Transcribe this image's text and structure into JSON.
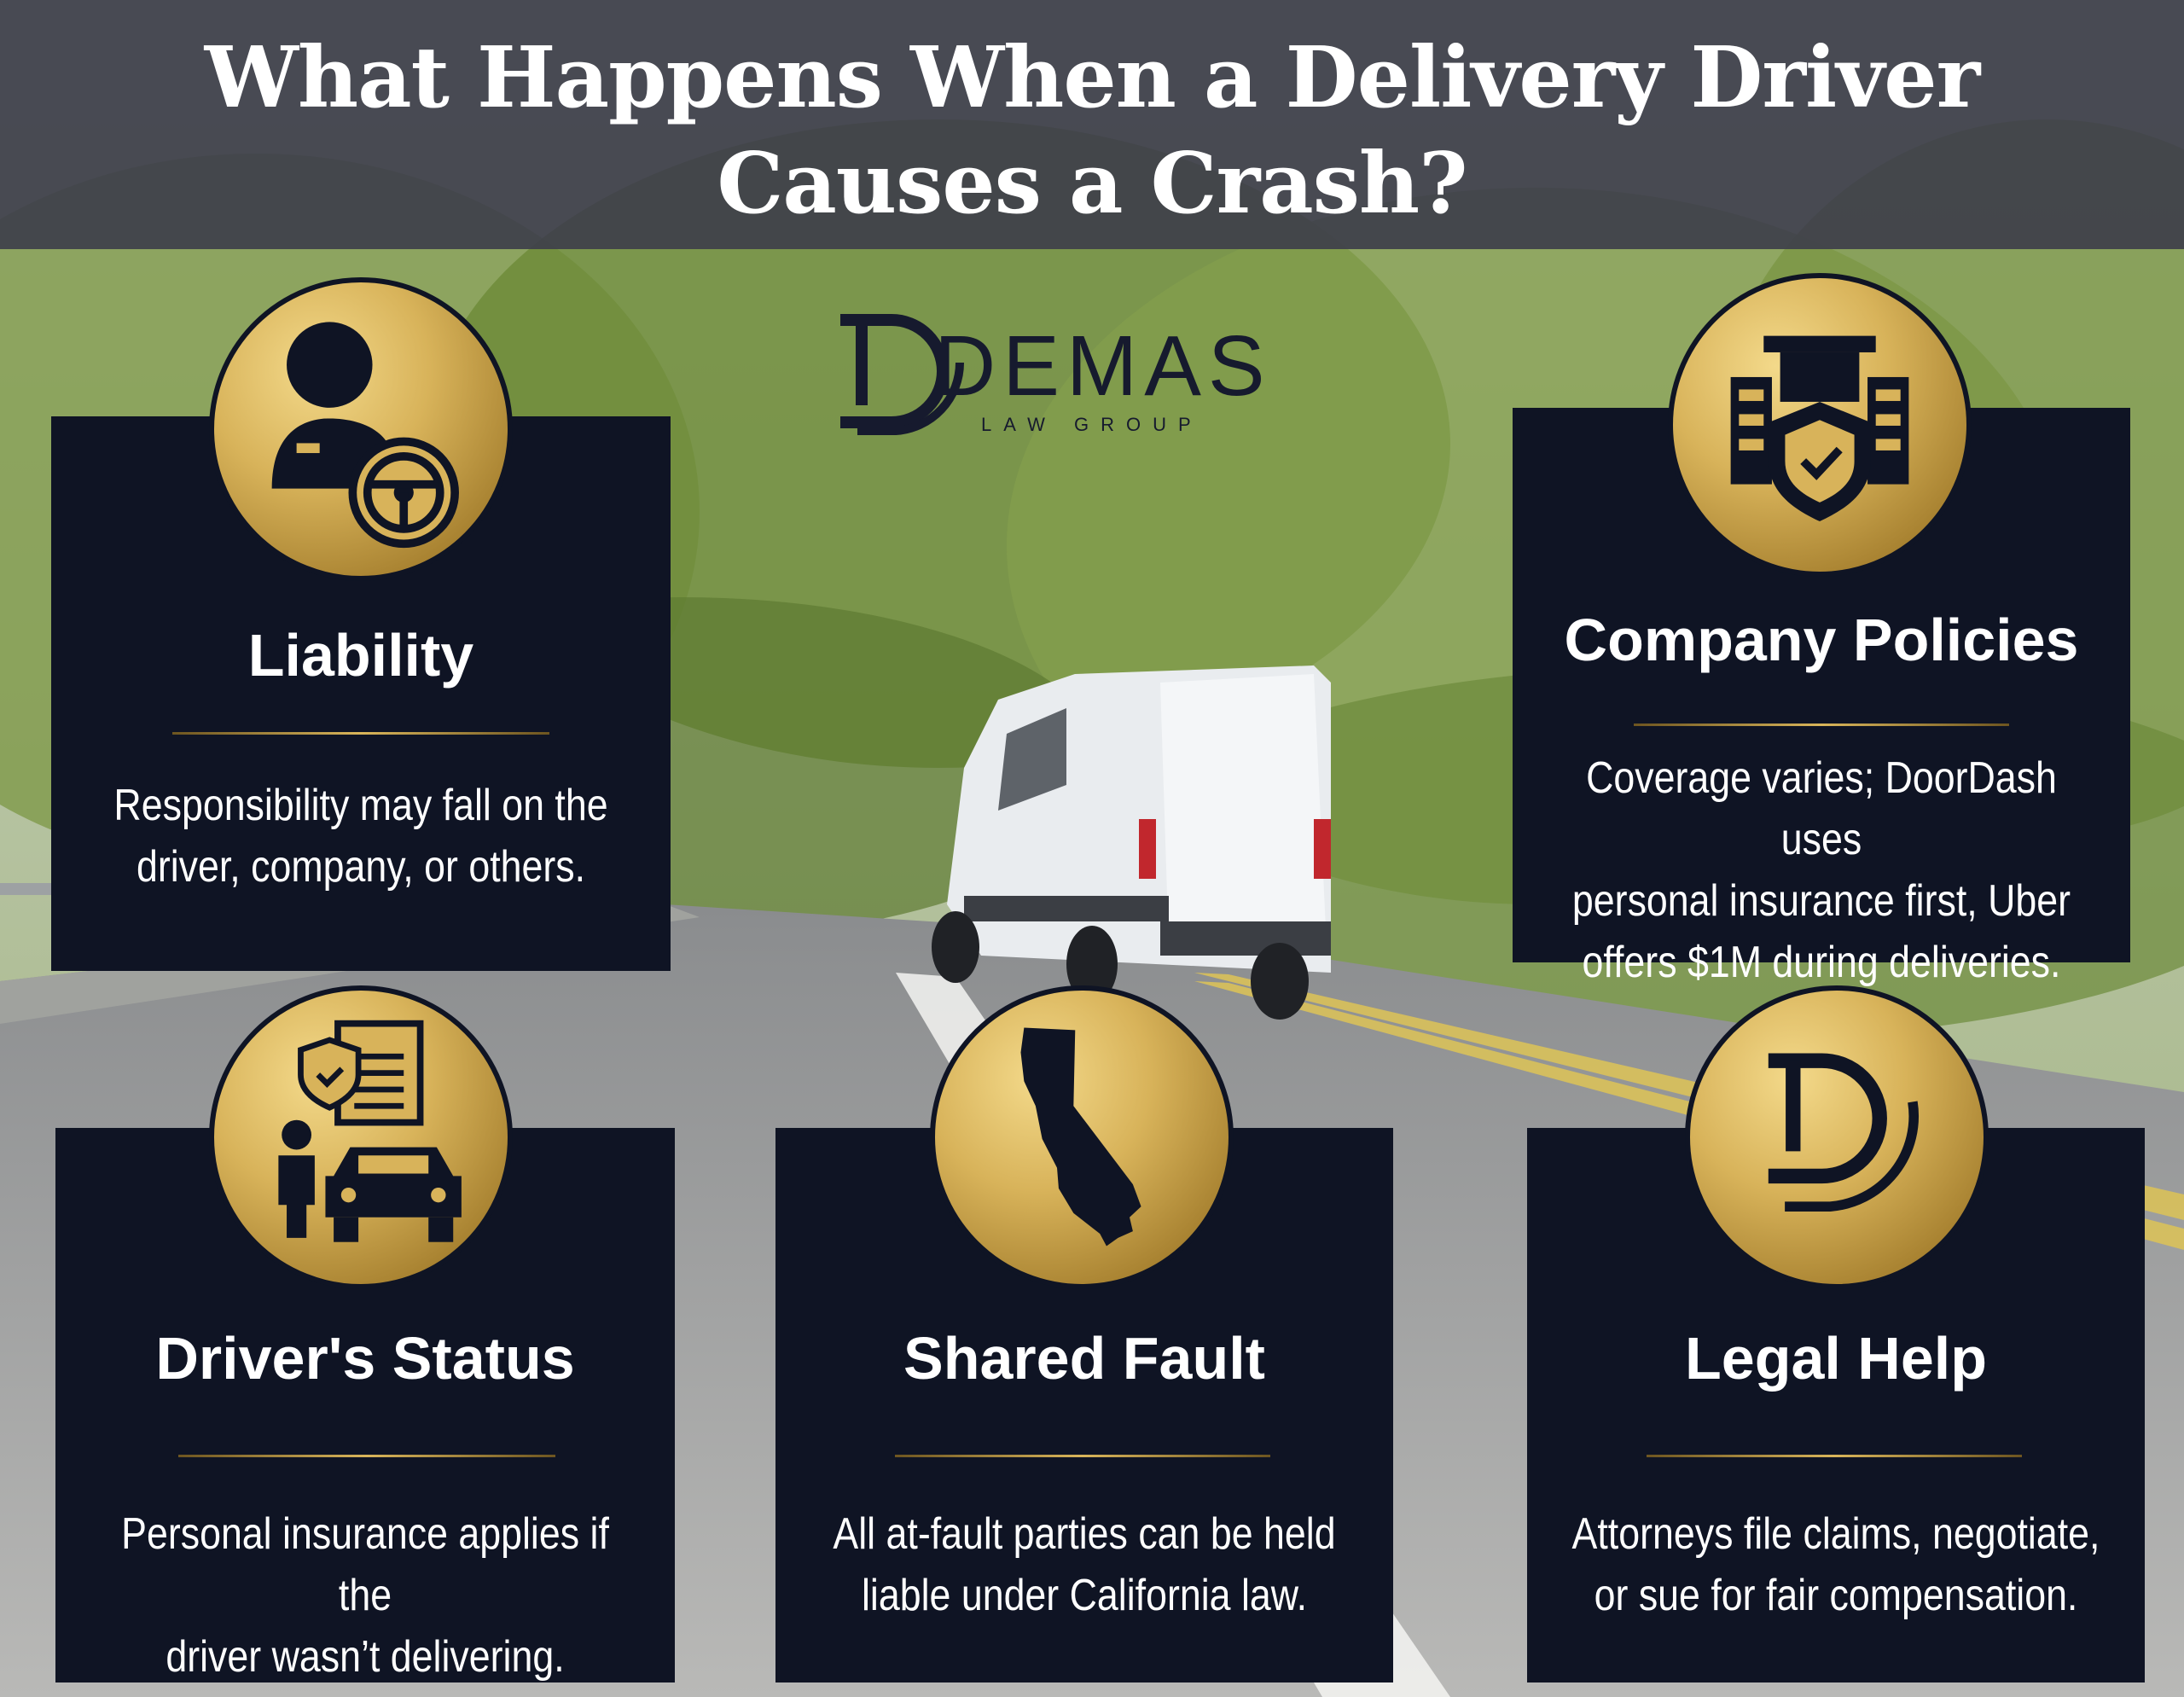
{
  "header": {
    "title_line1": "What Happens When a Delivery Driver",
    "title_line2": "Causes a Crash?"
  },
  "logo": {
    "name": "DEMAS",
    "tagline": "LAW GROUP"
  },
  "colors": {
    "card_bg": "#0f1424",
    "gold": "#d8b35a",
    "header_bg": "#3e404a",
    "text": "#ffffff"
  },
  "cards": [
    {
      "title": "Liability",
      "text_line1": "Responsibility may fall on the",
      "text_line2": "driver, company, or others.",
      "icon": "driver-steering-wheel-icon"
    },
    {
      "title": "Company Policies",
      "text_line1": "Coverage varies; DoorDash uses",
      "text_line2": "personal insurance first, Uber",
      "text_line3": "offers $1M during deliveries.",
      "icon": "building-shield-icon"
    },
    {
      "title": "Driver's Status",
      "text_line1": "Personal insurance applies if the",
      "text_line2": "driver wasn’t delivering.",
      "icon": "person-car-policy-icon"
    },
    {
      "title": "Shared Fault",
      "text_line1": "All at-fault parties can be held",
      "text_line2": "liable under California law.",
      "icon": "california-map-icon"
    },
    {
      "title": "Legal Help",
      "text_line1": "Attorneys file claims, negotiate,",
      "text_line2": "or sue for fair compensation.",
      "icon": "demas-d-logo-icon"
    }
  ]
}
